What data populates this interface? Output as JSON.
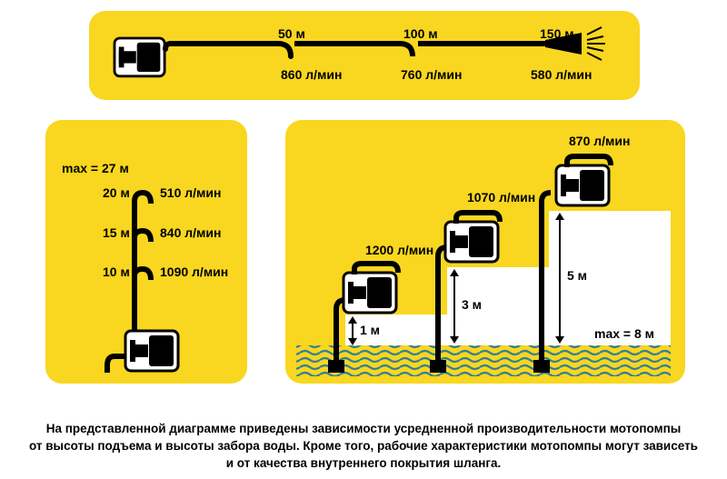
{
  "colors": {
    "panel": "#f9d61f",
    "white_step": "#ffffff",
    "water": "#2e7f9d",
    "ink": "#000000"
  },
  "panel_top": {
    "distances": [
      {
        "length": "50 м",
        "flow": "860 л/мин"
      },
      {
        "length": "100 м",
        "flow": "760 л/мин"
      },
      {
        "length": "150 м",
        "flow": "580 л/мин"
      }
    ]
  },
  "panel_left": {
    "max_label": "max = 27 м",
    "levels": [
      {
        "height": "20 м",
        "flow": "510 л/мин"
      },
      {
        "height": "15 м",
        "flow": "840 л/мин"
      },
      {
        "height": "10 м",
        "flow": "1090 л/мин"
      }
    ]
  },
  "panel_right": {
    "max_label": "max = 8 м",
    "pumps": [
      {
        "flow": "1200 л/мин",
        "depth": "1 м"
      },
      {
        "flow": "1070 л/мин",
        "depth": "3 м"
      },
      {
        "flow": "870 л/мин",
        "depth": "5 м"
      }
    ]
  },
  "caption": {
    "line1": "На представленной диаграмме приведены зависимости усредненной производительности мотопомпы",
    "line2": "от высоты подъема и высоты забора воды. Кроме того, рабочие характеристики мотопомпы могут зависеть",
    "line3": "и от качества внутреннего покрытия шланга."
  }
}
